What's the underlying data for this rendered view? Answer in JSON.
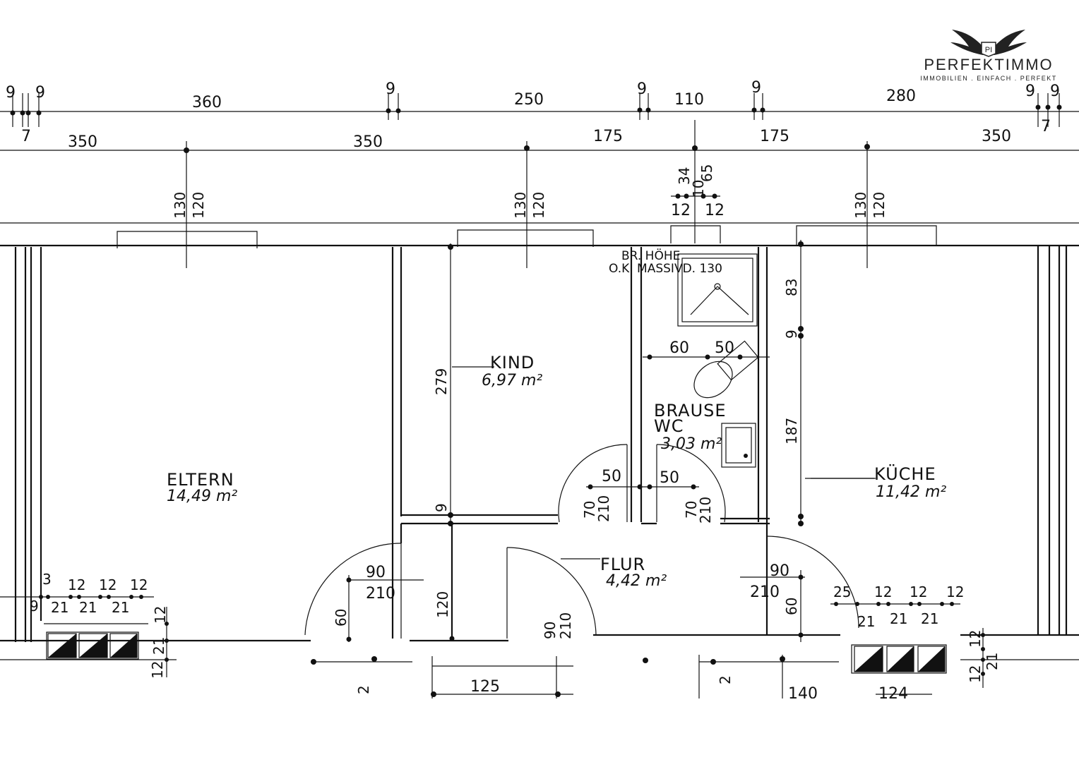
{
  "logo": {
    "brand": "PERFEKTIMMO",
    "tagline": "IMMOBILIEN . EINFACH . PERFEKT"
  },
  "rooms": {
    "eltern": {
      "name": "ELTERN",
      "area": "14,49 m²"
    },
    "kind": {
      "name": "KIND",
      "area": "6,97 m²"
    },
    "bad": {
      "name1": "BRAUSE",
      "name2": "WC",
      "area": "3,03 m²"
    },
    "kueche": {
      "name": "KÜCHE",
      "area": "11,42 m²"
    },
    "flur": {
      "name": "FLUR",
      "area": "4,42 m²"
    }
  },
  "notes": {
    "br_hoehe_1": "BR. HÖHE",
    "br_hoehe_2": "O.K. MASSIVD. 130"
  },
  "dimensions": {
    "top_row_1": [
      "9",
      "9",
      "360",
      "9",
      "250",
      "9",
      "110",
      "9",
      "280",
      "9",
      "9"
    ],
    "top_row_1_small": [
      "7",
      "7"
    ],
    "top_row_2": [
      "350",
      "350",
      "175",
      "175",
      "350"
    ],
    "windows": [
      "130",
      "120",
      "130",
      "120",
      "130",
      "120"
    ],
    "bath_window": [
      "34",
      "10",
      "65",
      "12",
      "12"
    ],
    "kind_height": "279",
    "kind_small": "9",
    "bath_small": [
      "60",
      "50",
      "50",
      "50"
    ],
    "kueche_vert": [
      "83",
      "9",
      "187"
    ],
    "door_kind": [
      "70",
      "210"
    ],
    "door_bad": [
      "70",
      "210"
    ],
    "door_eltern": [
      "90",
      "210",
      "60"
    ],
    "door_flur_vert": "120",
    "door_entry": [
      "90",
      "210"
    ],
    "door_kueche": [
      "90",
      "210",
      "60"
    ],
    "eltern_bottom": [
      "3",
      "12",
      "12",
      "12",
      "9",
      "21",
      "21",
      "21"
    ],
    "eltern_right": [
      "12",
      "21",
      "12"
    ],
    "kueche_bottom": [
      "25",
      "12",
      "12",
      "12",
      "21",
      "21",
      "21"
    ],
    "kueche_right": [
      "12",
      "12",
      "21"
    ],
    "bottom_row": [
      "125",
      "140",
      "124"
    ],
    "bottom_small": [
      "2",
      "2"
    ]
  }
}
